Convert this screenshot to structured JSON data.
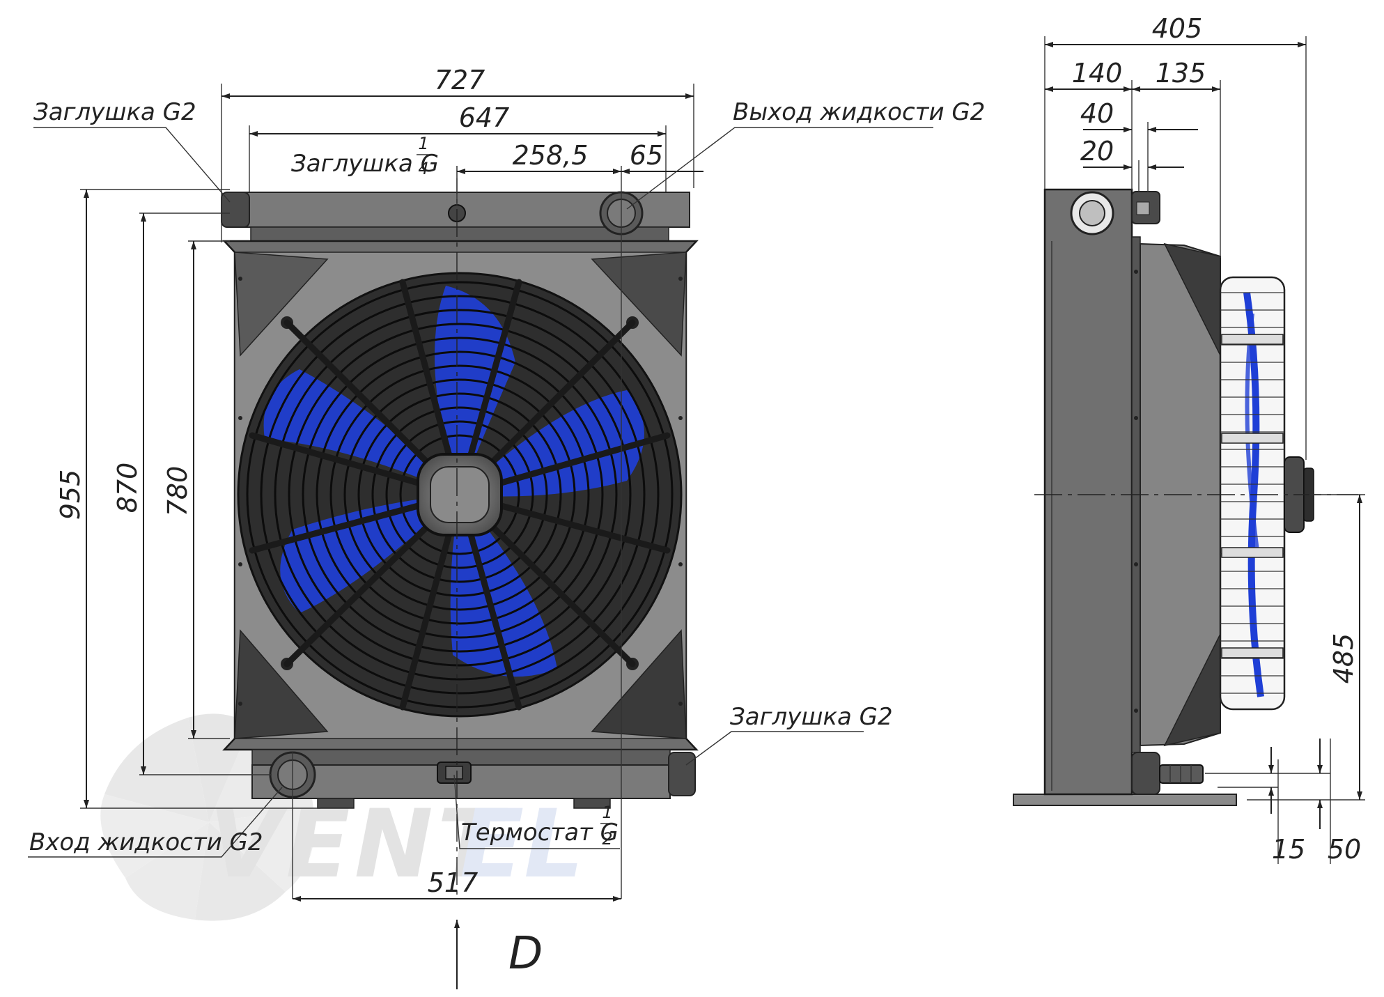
{
  "front_view": {
    "dims": {
      "width_outer": "727",
      "width_inner": "647",
      "offset_center": "258,5",
      "offset_edge": "65",
      "height_total": "955",
      "height_mid": "870",
      "height_core": "780",
      "bottom_width": "517"
    },
    "callouts": {
      "plug_top_left": "Заглушка G2",
      "plug_small_prefix": "Заглушка G",
      "plug_small_num": "1",
      "plug_small_den": "4",
      "outlet": "Выход жидкости G2",
      "plug_bottom_right": "Заглушка G2",
      "inlet": "Вход жидкости G2",
      "thermostat_prefix": "Термостат G",
      "thermostat_num": "1",
      "thermostat_den": "2"
    },
    "view_label": "D"
  },
  "side_view": {
    "dims": {
      "depth_total": "405",
      "depth_front": "140",
      "depth_fan": "135",
      "depth_40": "40",
      "depth_20": "20",
      "height_axis": "485",
      "base_15": "15",
      "base_50": "50"
    }
  },
  "colors": {
    "body": "#6e6e6e",
    "body_dark": "#3c3c3c",
    "body_light": "#8a8a8a",
    "blade": "#1f3fd6",
    "watermark": "#e4e4e4"
  }
}
